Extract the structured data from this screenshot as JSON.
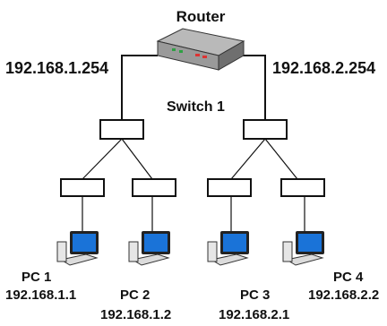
{
  "router": {
    "label": "Router"
  },
  "router_ports": {
    "left": "192.168.1.254",
    "right": "192.168.2.254"
  },
  "switch_label": "Switch 1",
  "pcs": [
    {
      "name": "PC 1",
      "ip": "192.168.1.1"
    },
    {
      "name": "PC 2",
      "ip": "192.168.1.2"
    },
    {
      "name": "PC 3",
      "ip": "192.168.2.1"
    },
    {
      "name": "PC 4",
      "ip": "192.168.2.2"
    }
  ],
  "colors": {
    "screen": "#1a73d8",
    "router_body": "#8a8a8a",
    "line": "#111111"
  }
}
